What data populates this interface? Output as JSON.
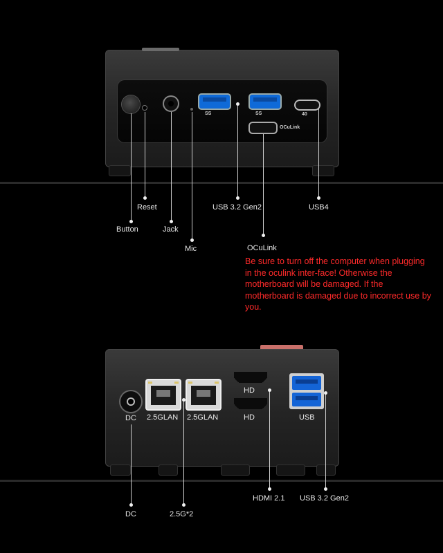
{
  "front": {
    "port_text": {
      "usb_a_logo": "SS",
      "thunderbolt_logo": "40",
      "oculink_text": "OCuLink"
    },
    "labels": {
      "button": "Button",
      "reset": "Reset",
      "jack": "Jack",
      "mic": "Mic",
      "usb32": "USB 3.2 Gen2",
      "usb4": "USB4",
      "oculink": "OCuLink"
    },
    "warning": "Be sure to turn off the computer when plugging in the oculink inter-face! Otherwise the motherboard will be damaged. If the motherboard is damaged due to incorrect use by you."
  },
  "rear": {
    "port_labels": {
      "dc": "DC",
      "lan1": "2.5GLAN",
      "lan2": "2.5GLAN",
      "hd_top": "HD",
      "hd_bottom": "HD",
      "usb": "USB"
    },
    "callouts": {
      "dc": "DC",
      "lan": "2.5G*2",
      "hdmi": "HDMI 2.1",
      "usb32": "USB 3.2 Gen2"
    }
  },
  "colors": {
    "warning": "#ff2a2a",
    "usb_blue": "#0f6ad8",
    "background": "#000000"
  }
}
